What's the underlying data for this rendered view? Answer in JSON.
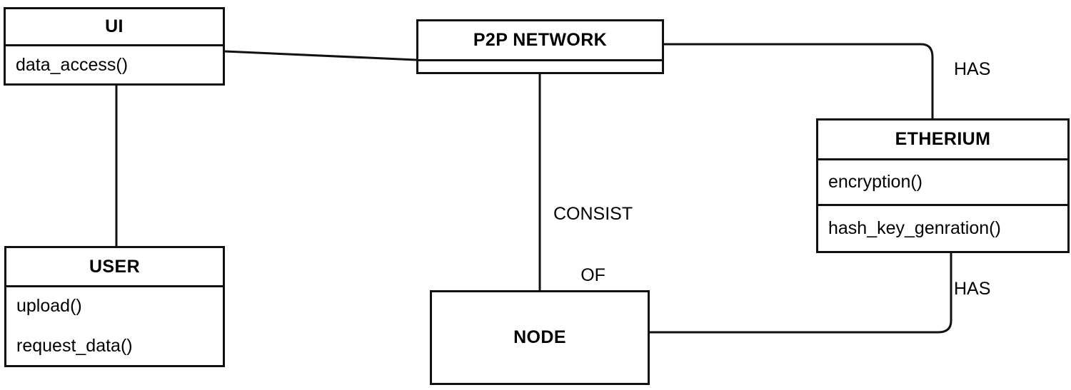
{
  "diagram": {
    "type": "uml-class-diagram",
    "title": "Blockchain Data Sharing System Class Diagram",
    "background": "#ffffff",
    "stroke_color": "#111111",
    "text_color": "#000000",
    "classes": [
      {
        "id": "ui",
        "name": "UI",
        "compartments": [
          {
            "kind": "title",
            "text": "UI"
          },
          {
            "kind": "members",
            "items": [
              "data_access()"
            ]
          }
        ]
      },
      {
        "id": "user",
        "name": "USER",
        "compartments": [
          {
            "kind": "title",
            "text": "USER"
          },
          {
            "kind": "members",
            "items": [
              "upload()",
              "request_data()"
            ]
          }
        ]
      },
      {
        "id": "p2p",
        "name": "P2P NETWORK",
        "compartments": [
          {
            "kind": "title",
            "text": "P2P NETWORK"
          },
          {
            "kind": "members",
            "items": []
          }
        ]
      },
      {
        "id": "node",
        "name": "NODE",
        "compartments": [
          {
            "kind": "title",
            "text": "NODE"
          }
        ]
      },
      {
        "id": "etherium",
        "name": "ETHERIUM",
        "compartments": [
          {
            "kind": "title",
            "text": "ETHERIUM"
          },
          {
            "kind": "members",
            "items": [
              "encryption()"
            ]
          },
          {
            "kind": "members",
            "items": [
              "hash_key_genration()"
            ]
          }
        ]
      }
    ],
    "relationships": [
      {
        "id": "ui-p2p",
        "from": "ui",
        "to": "p2p",
        "label": ""
      },
      {
        "id": "ui-user",
        "from": "ui",
        "to": "user",
        "label": ""
      },
      {
        "id": "p2p-node",
        "from": "p2p",
        "to": "node",
        "label": "CONSIST\nOF",
        "label_line1": "CONSIST",
        "label_line2": "OF"
      },
      {
        "id": "p2p-etherium",
        "from": "p2p",
        "to": "etherium",
        "label": "HAS"
      },
      {
        "id": "etherium-node",
        "from": "etherium",
        "to": "node",
        "label": "HAS"
      }
    ],
    "labels": {
      "ui_title": "UI",
      "ui_method_1": "data_access()",
      "user_title": "USER",
      "user_method_1": "upload()",
      "user_method_2": "request_data()",
      "p2p_title": "P2P NETWORK",
      "node_title": "NODE",
      "etherium_title": "ETHERIUM",
      "etherium_method_1": "encryption()",
      "etherium_method_2": "hash_key_genration()",
      "consist_of_line1": "CONSIST",
      "consist_of_line2": "OF",
      "has_top": "HAS",
      "has_bottom": "HAS"
    }
  }
}
